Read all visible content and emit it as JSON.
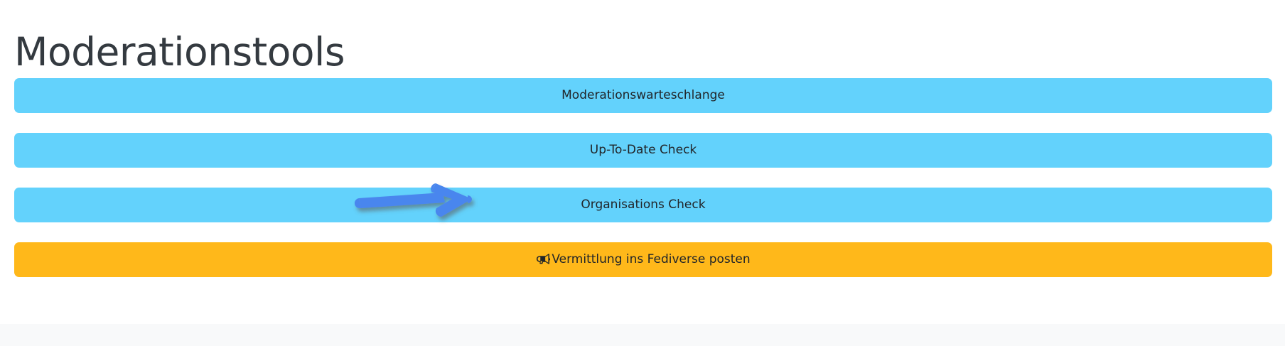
{
  "page": {
    "title": "Moderationstools",
    "background_color": "#ffffff",
    "footer_color": "#f8f9fa"
  },
  "colors": {
    "blue_button": "#63d2fc",
    "amber_button": "#ffb81a",
    "button_text": "#212529",
    "title_text": "#343a40",
    "annotation_arrow": "#4a86ee"
  },
  "buttons": [
    {
      "label": "Moderationswarteschlange",
      "variant": "blue",
      "icon": null
    },
    {
      "label": "Up-To-Date Check",
      "variant": "blue",
      "icon": null
    },
    {
      "label": "Organisations Check",
      "variant": "blue",
      "icon": null
    },
    {
      "label": "Vermittlung ins Fediverse posten",
      "variant": "amber",
      "icon": "bullhorn-icon"
    }
  ],
  "annotation": {
    "type": "arrow",
    "direction": "right",
    "points_at": "Organisations Check",
    "color": "#4a86ee"
  }
}
